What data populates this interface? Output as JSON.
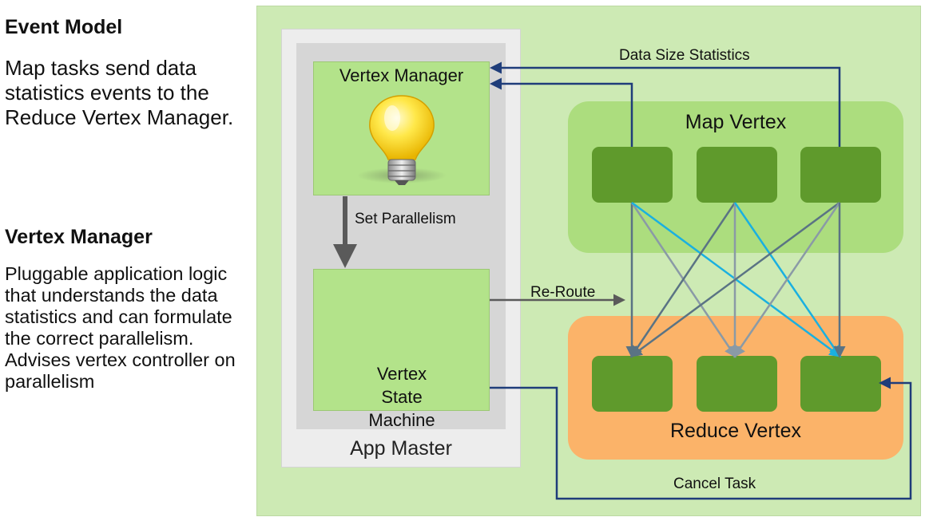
{
  "sidebar": {
    "event_model_heading": "Event Model",
    "event_model_text": "Map tasks send data statistics events to the Reduce Vertex Manager.",
    "vertex_manager_heading": "Vertex Manager",
    "vertex_manager_text": "Pluggable application logic that understands the data statistics and can formulate the correct parallelism. Advises vertex controller on parallelism"
  },
  "diagram": {
    "app_master_label": "App Master",
    "vertex_manager_label": "Vertex Manager",
    "vertex_state_machine_label": "Vertex State Machine",
    "map_vertex_label": "Map Vertex",
    "reduce_vertex_label": "Reduce Vertex",
    "data_size_statistics_label": "Data Size Statistics",
    "set_parallelism_label": "Set Parallelism",
    "re_route_label": "Re-Route",
    "cancel_task_label": "Cancel Task",
    "lightbulb_icon": "lightbulb-icon",
    "colors": {
      "background": "#cdeab4",
      "map_region": "#acdd7e",
      "reduce_region": "#fbb369",
      "task": "#5f9a2c",
      "stats_arrow": "#1f3d7a",
      "shuffle_gray": "#8a9aa6",
      "shuffle_slate": "#5a7384",
      "shuffle_cyan": "#1ab0e0"
    }
  }
}
